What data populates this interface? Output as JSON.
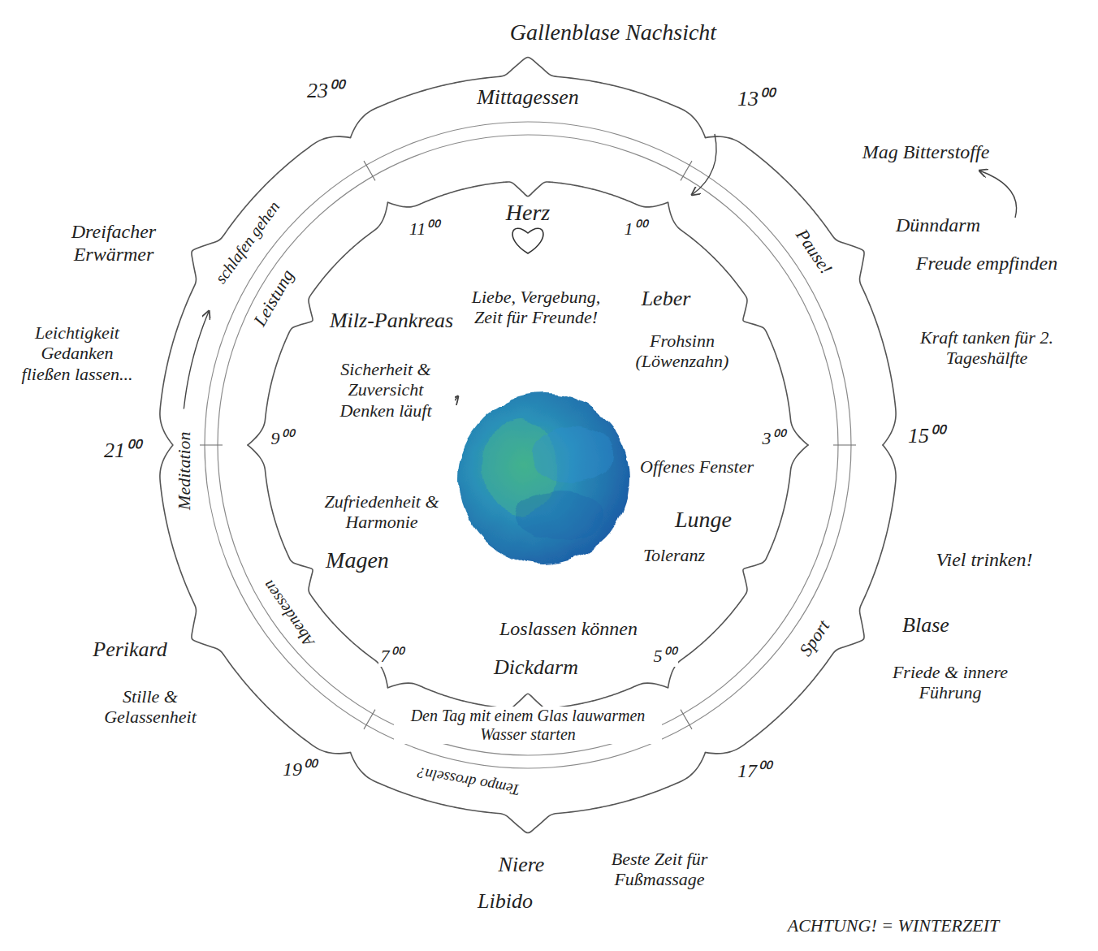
{
  "diagram": {
    "labels": [
      "Gallenblase Nachsicht",
      "23⁰⁰",
      "13⁰⁰",
      "Mittagessen",
      "11⁰⁰",
      "Herz",
      "1⁰⁰",
      "Liebe, Vergebung, Zeit für Freunde!",
      "Mag Bitterstoffe",
      "Pause!",
      "Dünndarm",
      "Freude empfinden",
      "Kraft tanken für 2. Tageshälfte",
      "Leber",
      "Frohsinn (Löwenzahn)",
      "Dreifacher Erwärmer",
      "schlafen gehen",
      "Leistung",
      "Leichtigkeit Gedanken fließen lassen...",
      "Milz-Pankreas",
      "Sicherheit & Zuversicht Denken läuft",
      "21⁰⁰",
      "9⁰⁰",
      "Meditation",
      "3⁰⁰",
      "15⁰⁰",
      "Offenes Fenster",
      "Zufriedenheit & Harmonie",
      "Lunge",
      "Viel trinken!",
      "Magen",
      "Toleranz",
      "Loslassen können",
      "Blase",
      "Sport",
      "Perikard",
      "Abendessen",
      "7⁰⁰",
      "Dickdarm",
      "5⁰⁰",
      "Friede & innere Führung",
      "Stille & Gelassenheit",
      "Den Tag mit einem Glas lauwarmen Wasser starten",
      "Tempo drosseln?",
      "19⁰⁰",
      "17⁰⁰",
      "Niere",
      "Beste Zeit für Fußmassage",
      "Libido",
      "ACHTUNG! = WINTERZEIT"
    ]
  }
}
